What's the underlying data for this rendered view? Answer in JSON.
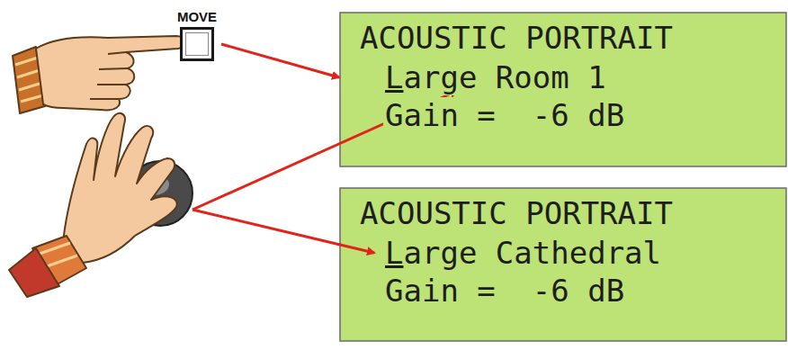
{
  "diagram": {
    "nodes": [
      {
        "text": [
          "MOVE"
        ]
      },
      {
        "text": [
          "ACOUSTIC PORTRAIT",
          "Large Room 1",
          "Gain =  -6 dB"
        ]
      },
      {
        "text": [
          "ACOUSTIC PORTRAIT",
          "Large Cathedral",
          "Gain =  -6 dB"
        ]
      }
    ],
    "edges": [
      {
        "from": 0,
        "to": 1,
        "arrow": "to"
      }
    ]
  }
}
